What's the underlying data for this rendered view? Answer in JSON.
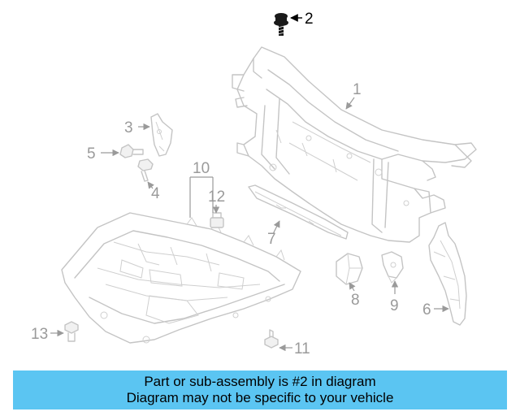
{
  "callouts": {
    "p1": "1",
    "p2": "2",
    "p3": "3",
    "p4": "4",
    "p5": "5",
    "p6": "6",
    "p7": "7",
    "p8": "8",
    "p9": "9",
    "p10": "10",
    "p11": "11",
    "p12": "12",
    "p13": "13"
  },
  "highlighted_part": "2",
  "colors": {
    "highlight": "#000000",
    "part_line": "#c4c4c4",
    "banner": "#5bc5f2"
  },
  "banner": {
    "line1": "Part or sub-assembly is #2 in diagram",
    "line2": "Diagram may not be specific to your vehicle"
  }
}
